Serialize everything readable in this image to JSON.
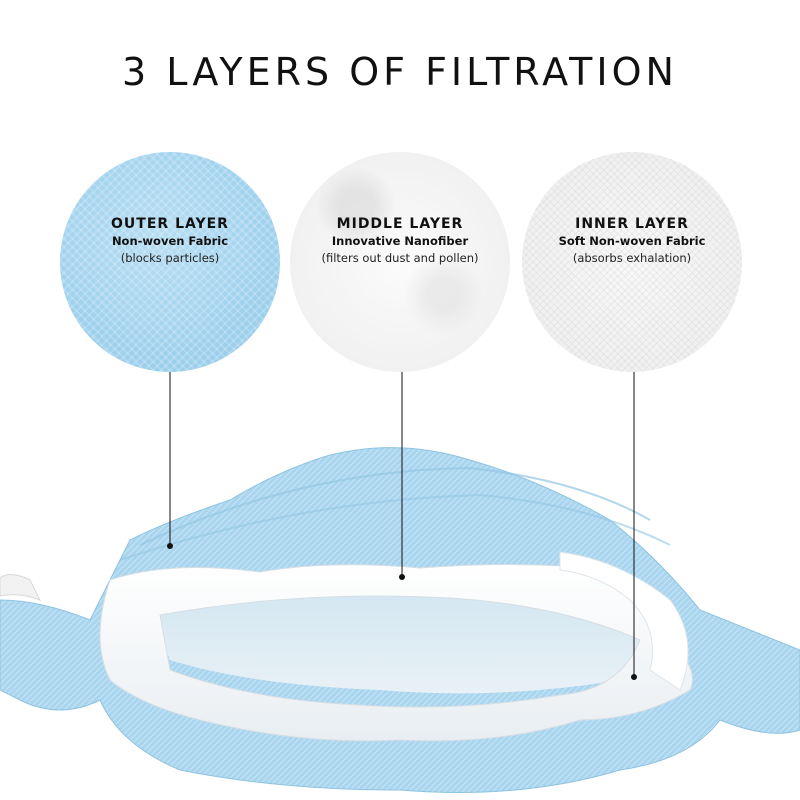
{
  "title": "3 LAYERS OF FILTRATION",
  "layers": [
    {
      "name": "OUTER LAYER",
      "material": "Non-woven Fabric",
      "description": "(blocks particles)",
      "color": "#a6d4ee"
    },
    {
      "name": "MIDDLE LAYER",
      "material": "Innovative Nanofiber",
      "description": "(filters out dust and pollen)",
      "color": "#f3f3f3"
    },
    {
      "name": "INNER LAYER",
      "material": "Soft Non-woven Fabric",
      "description": "(absorbs exhalation)",
      "color": "#efefef"
    }
  ]
}
